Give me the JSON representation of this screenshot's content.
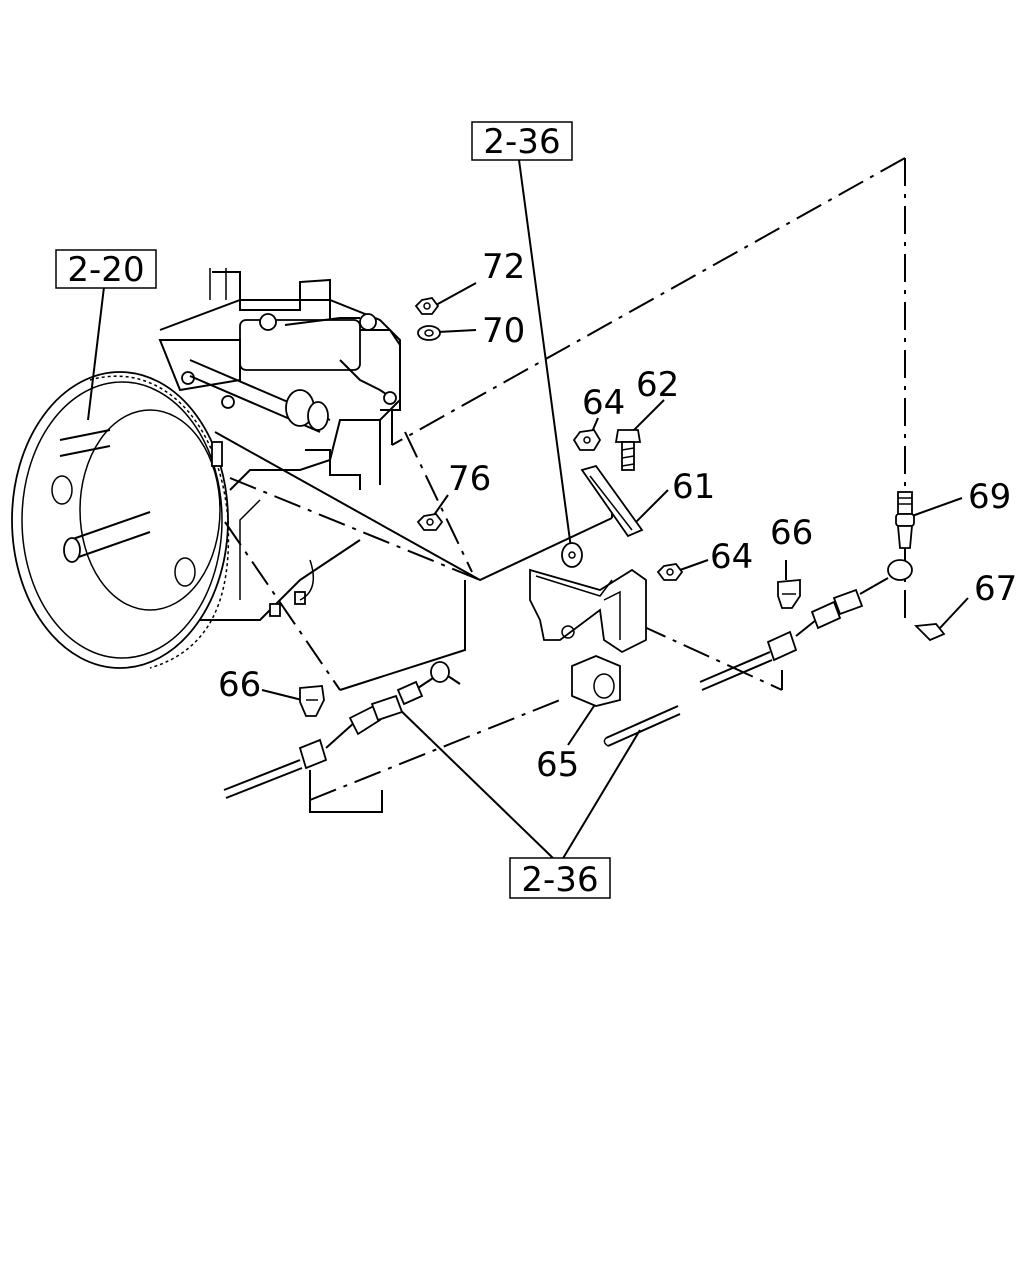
{
  "references": {
    "ref_2_36_top": "2-36",
    "ref_2_20": "2-20",
    "ref_2_36_bottom": "2-36"
  },
  "callouts": {
    "c72": "72",
    "c70": "70",
    "c64a": "64",
    "c62": "62",
    "c61": "61",
    "c76": "76",
    "c69": "69",
    "c66a": "66",
    "c64b": "64",
    "c67": "67",
    "c66b": "66",
    "c65": "65"
  }
}
